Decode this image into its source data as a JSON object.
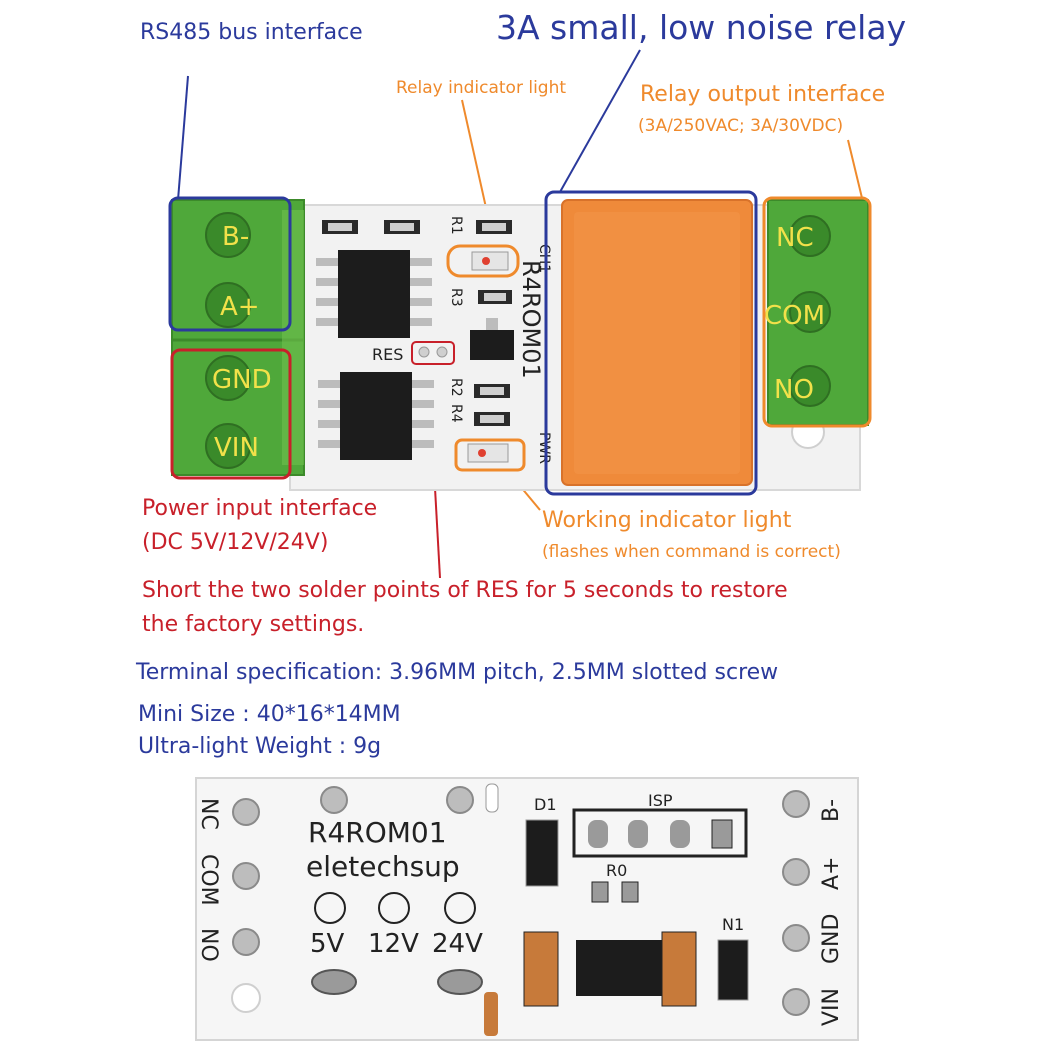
{
  "annotations": {
    "rs485": "RS485 bus interface",
    "relay_title": "3A small, low noise relay",
    "relay_indicator": "Relay indicator light",
    "relay_output": "Relay output interface",
    "relay_output_rating": "(3A/250VAC; 3A/30VDC)",
    "power_input": "Power input interface",
    "power_input_voltage": "(DC 5V/12V/24V)",
    "working_indicator": "Working indicator light",
    "working_indicator_note": "(flashes when command is correct)",
    "reset_note_line1": "Short the two solder points of RES for 5 seconds to restore",
    "reset_note_line2": "the factory settings."
  },
  "specs": {
    "terminal": "Terminal specification: 3.96MM pitch, 2.5MM slotted screw",
    "size": "Mini Size   : 40*16*14MM",
    "weight": "Ultra-light Weight : 9g"
  },
  "top_board": {
    "left_terminals": [
      "B-",
      "A+",
      "GND",
      "VIN"
    ],
    "right_terminals": [
      "NC",
      "COM",
      "NO"
    ],
    "silk": {
      "model": "R4ROM01",
      "res": "RES",
      "ch1": "CH1",
      "pwr": "PWR",
      "r1": "R1",
      "r2": "R2",
      "r3": "R3",
      "r4": "R4"
    },
    "colors": {
      "terminal_green": "#4fa83a",
      "relay_orange": "#ef8a3a",
      "pcb_white": "#f4f4f4"
    }
  },
  "bottom_board": {
    "model": "R4ROM01",
    "brand": "eletechsup",
    "voltage_labels": [
      "5V",
      "12V",
      "24V"
    ],
    "left_pins": [
      "NC",
      "COM",
      "NO"
    ],
    "right_pins": [
      "B-",
      "A+",
      "GND",
      "VIN"
    ],
    "d1": "D1",
    "isp": "ISP",
    "r0": "R0",
    "n1": "N1"
  }
}
